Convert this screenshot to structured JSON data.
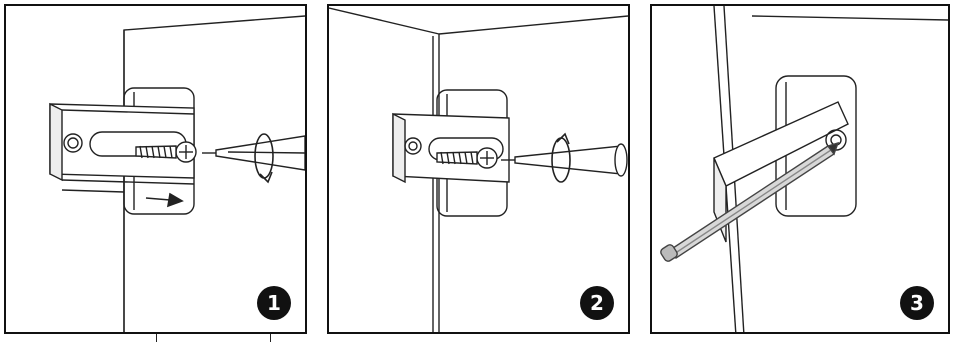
{
  "steps": [
    {
      "number": "1",
      "action": "screw-in"
    },
    {
      "number": "2",
      "action": "screw-in"
    },
    {
      "number": "3",
      "action": "mark-hole"
    }
  ],
  "colors": {
    "ink": "#111111",
    "background": "#ffffff",
    "badge_text": "#ffffff"
  },
  "icons": [
    "rotate-arrow-icon",
    "slide-arrow-icon",
    "screw-icon",
    "screwdriver-icon",
    "pencil-icon"
  ]
}
